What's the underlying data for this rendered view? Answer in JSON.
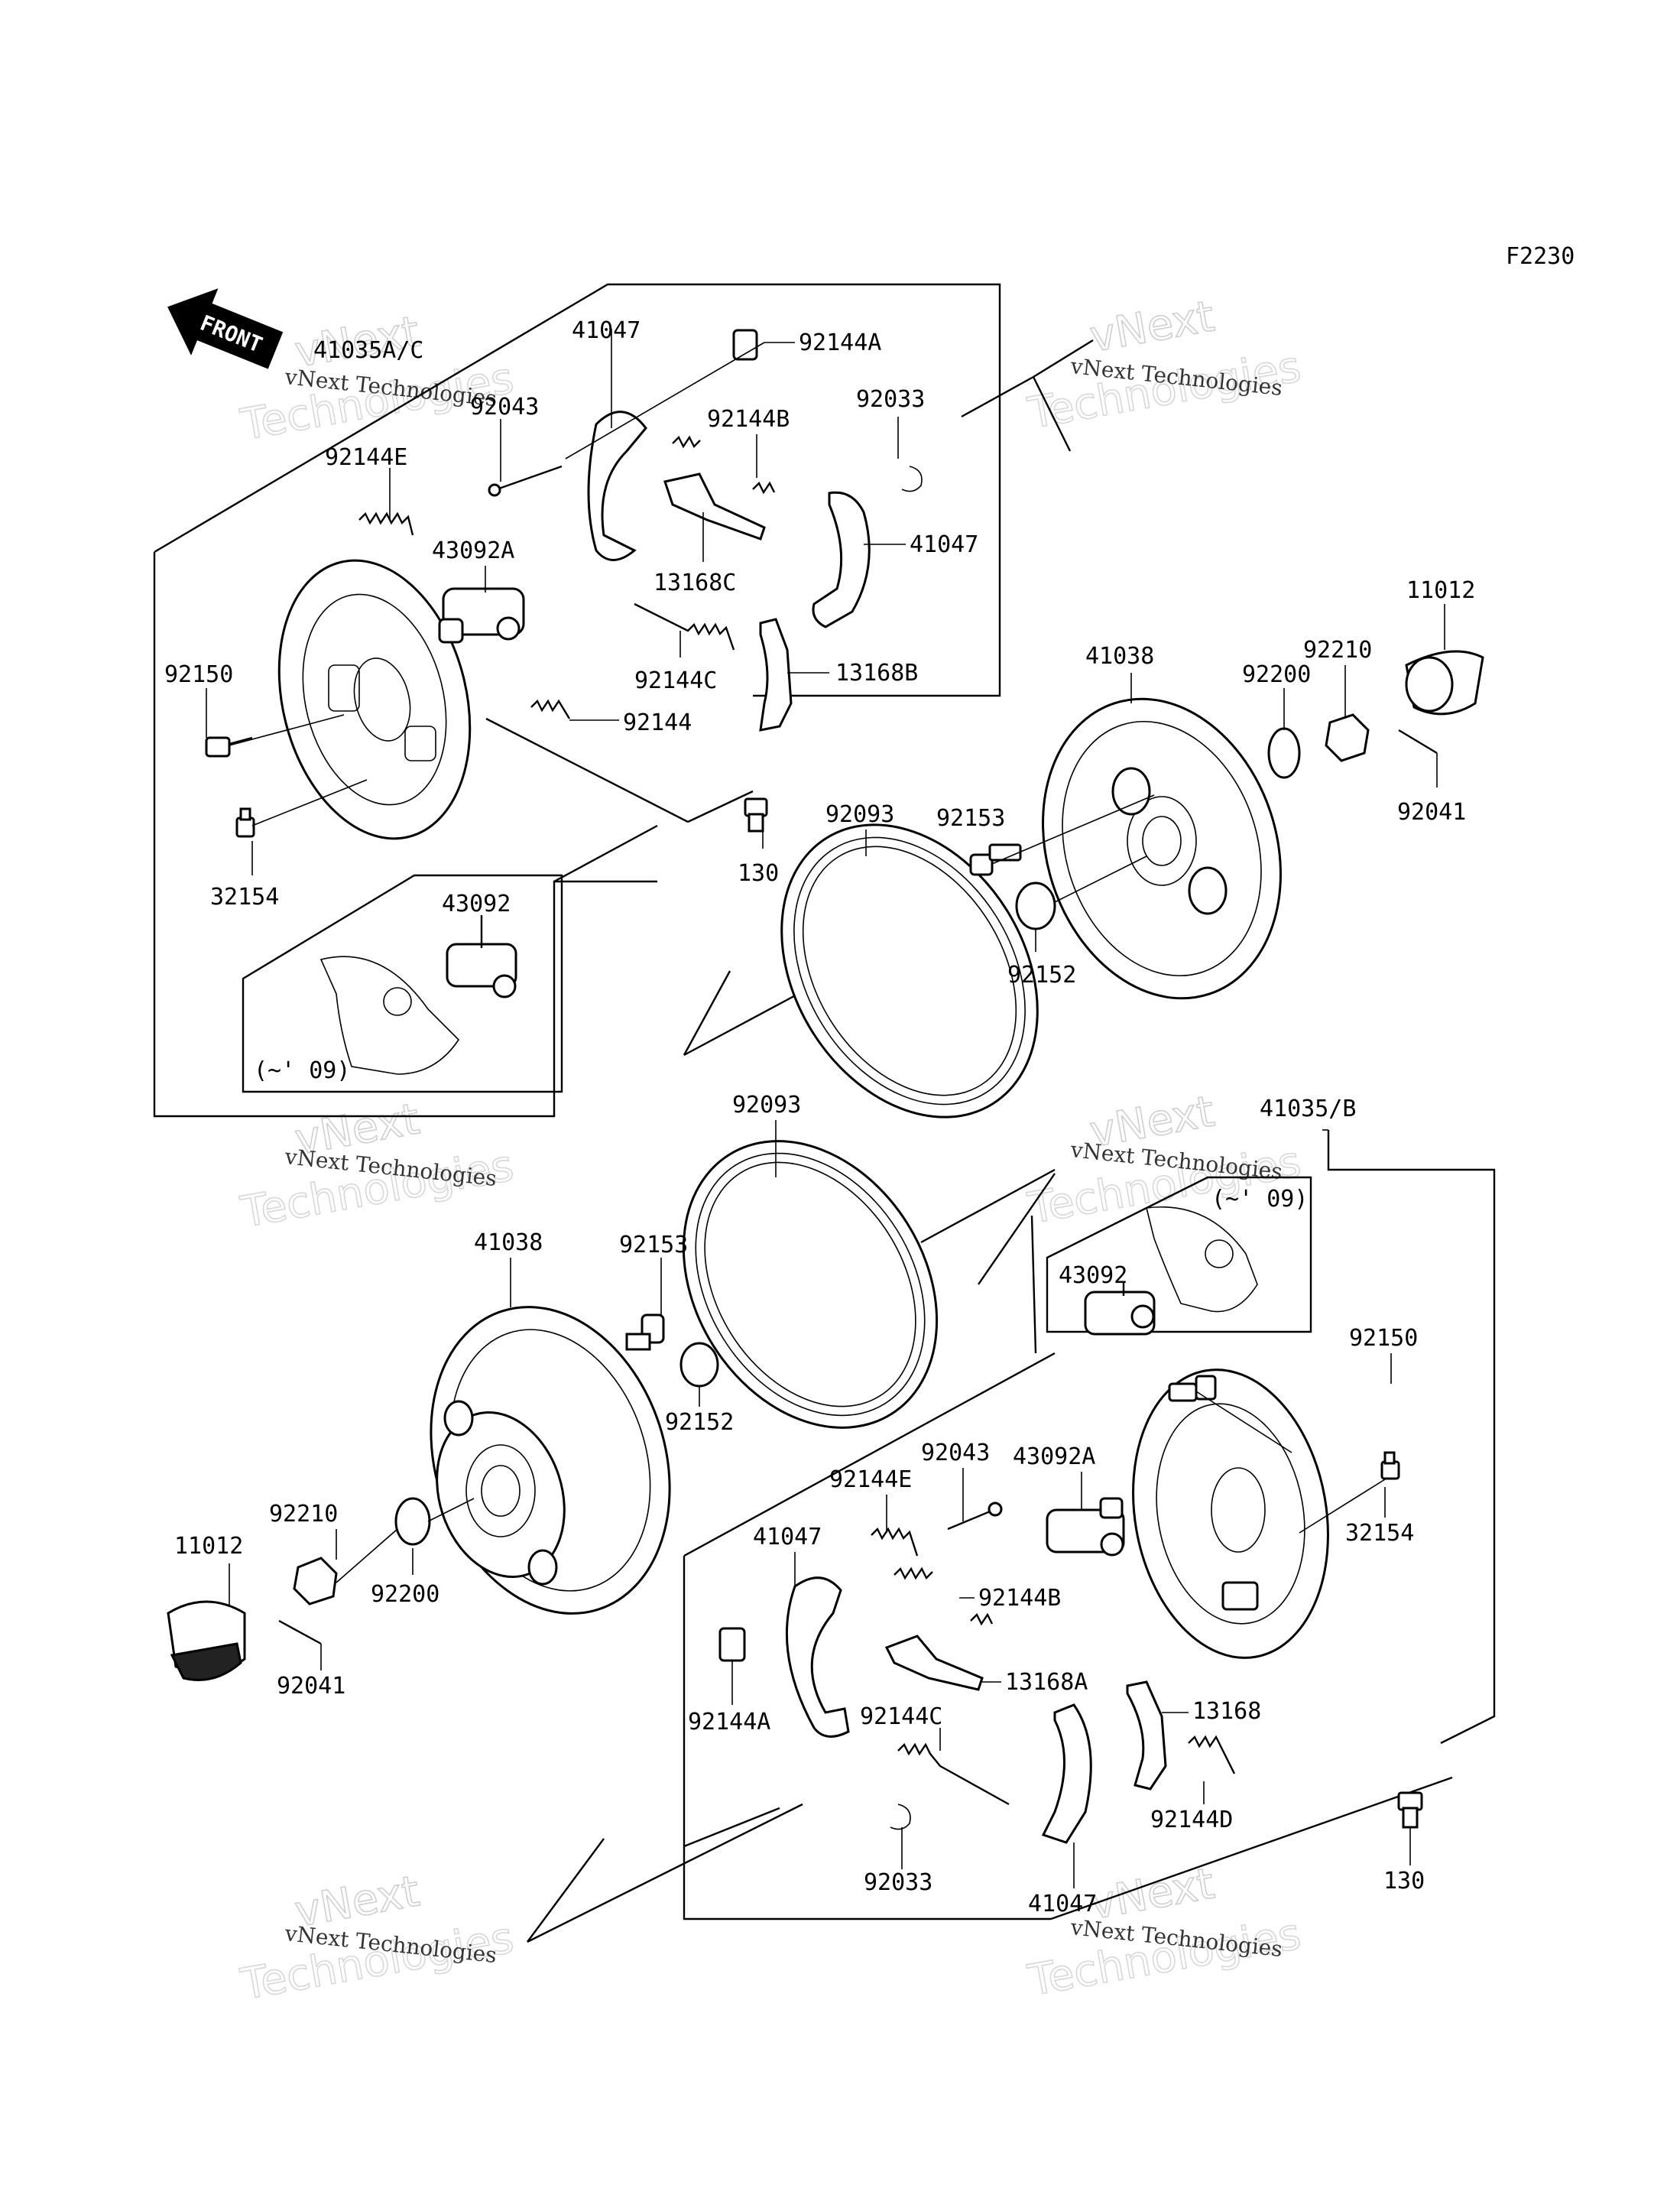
{
  "figure_code": "F2230",
  "front_marker": "FRONT",
  "watermark": {
    "line1": "vNext Technologies",
    "line2": "vNext",
    "line3": "Technologies"
  },
  "upper_assembly": {
    "assembly_label": "41035A/C",
    "labels": {
      "shoe_a": "41047",
      "clip_a": "92144A",
      "pin": "92043",
      "spring_b": "92144B",
      "clip_ring": "92033",
      "spring_e": "92144E",
      "cylinder_a": "43092A",
      "lever_c": "13168C",
      "shoe_b": "41047",
      "bolt": "92150",
      "spring_c": "92144C",
      "lever_b": "13168B",
      "spring": "92144",
      "bleeder": "32154",
      "cylinder": "43092",
      "version_note": "(~' 09)",
      "bolt_130": "130",
      "seal": "92093",
      "stud": "92153",
      "drum": "41038",
      "bearing": "92152",
      "washer": "92200",
      "nut": "92210",
      "cap": "11012",
      "cotter": "92041"
    }
  },
  "lower_assembly": {
    "assembly_label": "41035/B",
    "labels": {
      "seal": "92093",
      "version_note": "(~' 09)",
      "cylinder": "43092",
      "drum": "41038",
      "stud": "92153",
      "bearing": "92152",
      "bolt": "92150",
      "pin": "92043",
      "cylinder_a": "43092A",
      "spring_e": "92144E",
      "nut": "92210",
      "bleeder": "32154",
      "shoe_a": "41047",
      "cap": "11012",
      "washer": "92200",
      "spring_b": "92144B",
      "lever_a": "13168A",
      "cotter": "92041",
      "clip_a": "92144A",
      "spring_c": "92144C",
      "lever": "13168",
      "spring_d": "92144D",
      "clip_ring": "92033",
      "shoe_b": "41047",
      "bolt_130": "130"
    }
  }
}
